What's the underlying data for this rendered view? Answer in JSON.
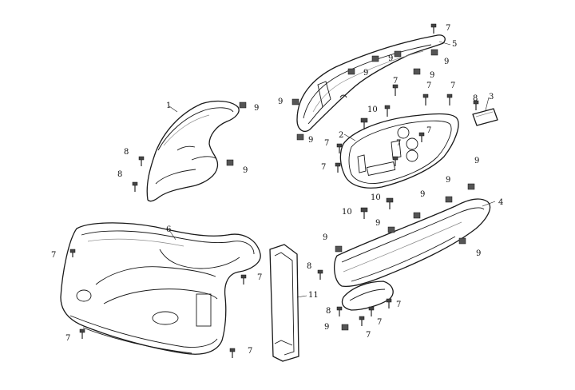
{
  "diagram": {
    "callouts": {
      "part_1": "1",
      "part_2": "2",
      "part_3": "3",
      "part_4": "4",
      "part_5": "5",
      "part_6": "6",
      "part_11": "11",
      "n9_a": "9",
      "n9_b": "9",
      "n9_c": "9",
      "n9_d": "9",
      "n9_e": "9",
      "n9_f": "9",
      "n9_g": "9",
      "n9_h": "9",
      "n9_i": "9",
      "n9_j": "9",
      "n9_k": "9",
      "n9_l": "9",
      "n9_m": "9",
      "n9_n": "9",
      "n9_o": "9",
      "n8_a": "8",
      "n8_b": "8",
      "n8_c": "8",
      "n8_d": "8",
      "n8_e": "8",
      "n7_a": "7",
      "n7_b": "7",
      "n7_c": "7",
      "n7_d": "7",
      "n7_e": "7",
      "n7_f": "7",
      "n7_g": "7",
      "n7_h": "7",
      "n7_i": "7",
      "n7_j": "7",
      "n7_k": "7",
      "n7_l": "7",
      "n7_m": "7",
      "n7_n": "7",
      "n7_o": "7",
      "n10_a": "10",
      "n10_b": "10",
      "n10_c": "10"
    }
  }
}
